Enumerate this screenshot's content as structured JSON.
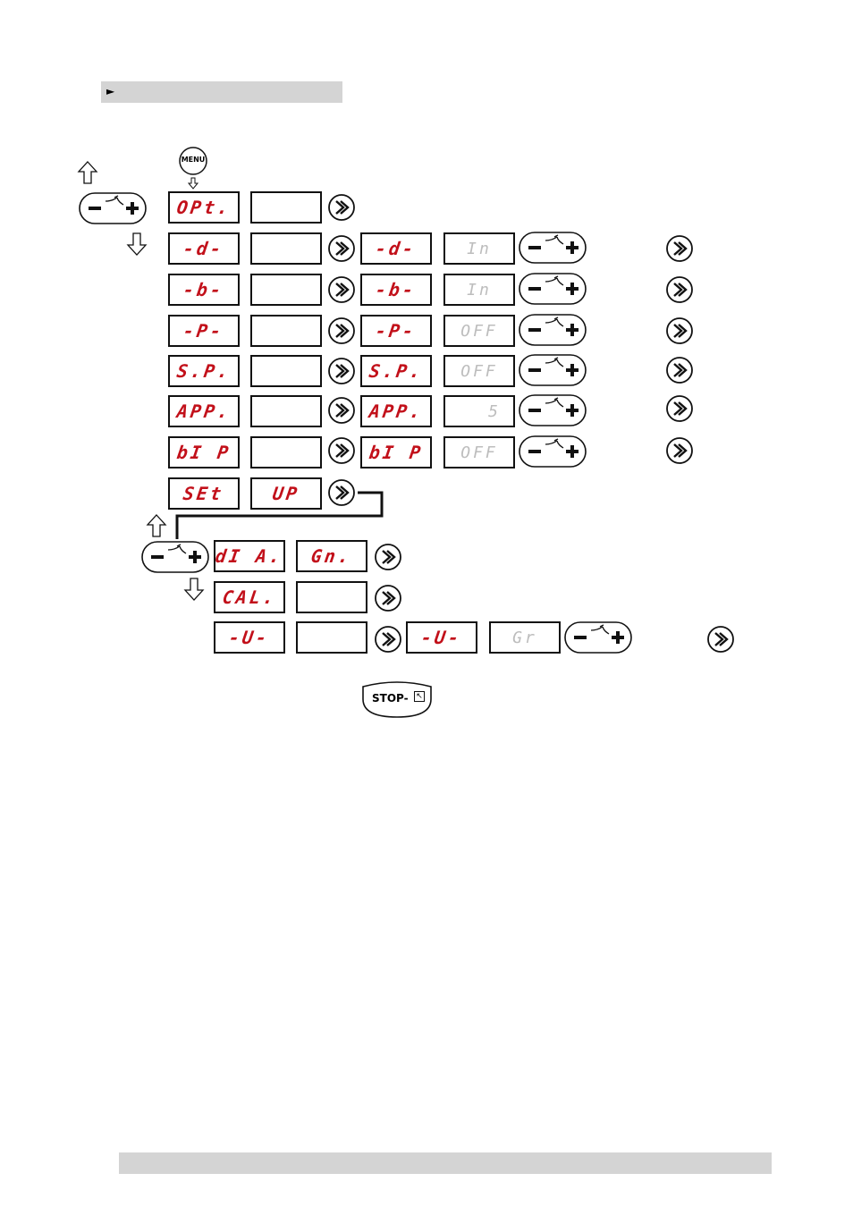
{
  "header": {
    "marker": "►"
  },
  "keys": {
    "menu": "MENU",
    "stop": "STOP-",
    "minus": "−",
    "plus": "+",
    "enter_icon": "enter-arrow-icon",
    "rocker_icon": "minus-plus-rocker-icon"
  },
  "colors": {
    "display_red": "#c2101a",
    "highlight_bar": "#d4d4d4"
  },
  "menu": {
    "title": "OPt.",
    "items": [
      {
        "code": "-d-",
        "sub_code": "-d-",
        "value": "In"
      },
      {
        "code": "-b-",
        "sub_code": "-b-",
        "value": "In"
      },
      {
        "code": "-P-",
        "sub_code": "-P-",
        "value": "OFF"
      },
      {
        "code": "S.P.",
        "sub_code": "S.P.",
        "value": "OFF"
      },
      {
        "code": "APP.",
        "sub_code": "APP.",
        "value": "5"
      },
      {
        "code": "bI P",
        "sub_code": "bI P",
        "value": "OFF"
      }
    ],
    "setup": {
      "code": "SEt",
      "value": "UP"
    }
  },
  "submenu": {
    "items": [
      {
        "code": "dI A.",
        "value": "Gn."
      },
      {
        "code": "CAL.",
        "value": ""
      },
      {
        "code": "-U-",
        "value": "",
        "sub_code": "-U-",
        "sub_value": "Gr"
      }
    ]
  }
}
